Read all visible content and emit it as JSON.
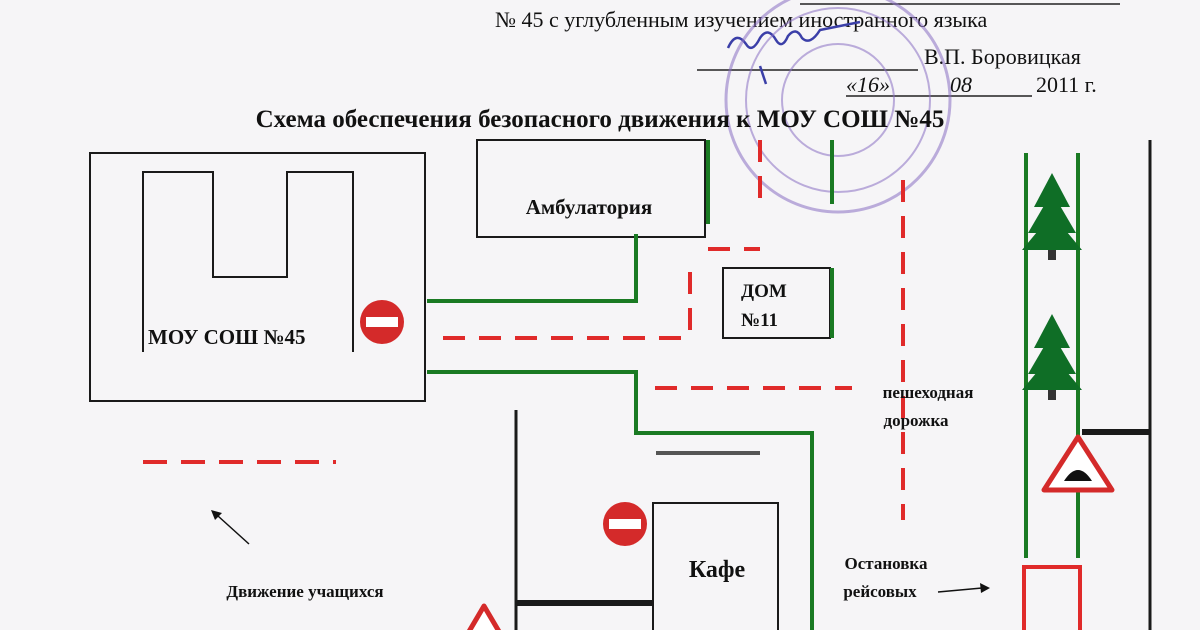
{
  "header": {
    "line1": "№ 45 с углубленным изучением иностранного языка",
    "signer": "В.П. Боровицкая",
    "date_day": "«16»",
    "date_month": "08",
    "year_suffix": "2011 г."
  },
  "title": "Схема обеспечения безопасного движения к МОУ СОШ №45",
  "buildings": {
    "school": "МОУ СОШ №45",
    "clinic": "Амбулатория",
    "house_line1": "ДОМ",
    "house_line2": "№11",
    "cafe": "Кафе"
  },
  "labels": {
    "footpath_line1": "пешеходная",
    "footpath_line2": "дорожка",
    "bus_stop_line1": "Остановка",
    "bus_stop_line2": "рейсовых"
  },
  "legend": {
    "students_movement": "Движение учащихся"
  },
  "colors": {
    "road_edge": "#1a7a23",
    "footpath": "#e02a2a",
    "outline": "#1a1a1a",
    "tree": "#0f6e26",
    "stamp": "#8a6fc4",
    "sign_red": "#d42a2a"
  },
  "icons": [
    "no-entry-sign-icon",
    "speed-bump-warning-icon",
    "tree-icon",
    "arrow-icon",
    "stamp-icon",
    "signature-icon"
  ]
}
